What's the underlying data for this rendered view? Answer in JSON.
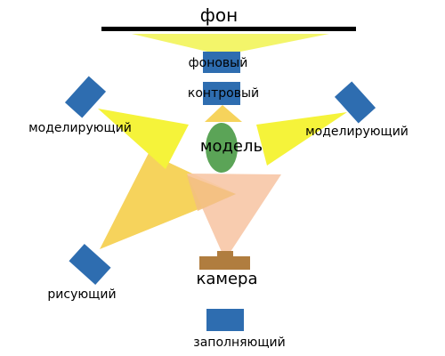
{
  "labels": {
    "background": "фон",
    "background_light": "фоновый",
    "back_light": "контровый",
    "key_left": "моделирующий",
    "key_right": "моделирующий",
    "subject": "модель",
    "drawing": "рисующий",
    "camera": "камера",
    "fill": "заполняющий"
  },
  "colors": {
    "light_unit": "#2e6db0",
    "beam_yellow": "#f5f33a",
    "beam_yellow_light": "#f3f56a",
    "beam_gold": "#f6d35c",
    "camera_cone": "#f7c8a8",
    "subject": "#5ba457",
    "camera_body": "#b07d3f",
    "backdrop": "#000000"
  }
}
